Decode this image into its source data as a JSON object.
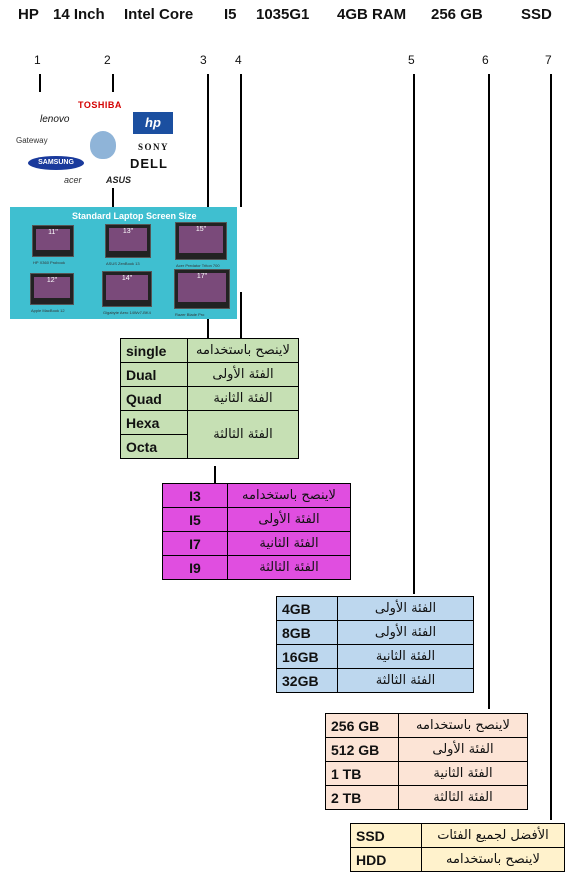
{
  "header": {
    "items": [
      "HP",
      "14 Inch",
      "Intel Core",
      "I5",
      "1035G1",
      "4GB RAM",
      "256 GB",
      "SSD"
    ]
  },
  "indices": [
    "1",
    "2",
    "3",
    "4",
    "5",
    "6",
    "7"
  ],
  "brands": [
    "TOSHIBA",
    "lenovo",
    "hp",
    "Gateway",
    "SONY",
    "SAMSUNG",
    "DELL",
    "acer",
    "ASUS"
  ],
  "screens": {
    "title": "Standard Laptop Screen Size",
    "laptops": [
      {
        "size": "11\"",
        "caption": "HP X360 Probook"
      },
      {
        "size": "13\"",
        "caption": "ASUS ZenBook 13"
      },
      {
        "size": "15\"",
        "caption": "Acer Predator Triton 700"
      },
      {
        "size": "12\"",
        "caption": "Apple MacBook 12"
      },
      {
        "size": "14\"",
        "caption": "Gigabyte Aero 14Wv7-BK4"
      },
      {
        "size": "17\"",
        "caption": "Razer Blade Pro"
      }
    ]
  },
  "cores_table": {
    "bg": "#c6e0b4",
    "rows": [
      {
        "en": "single",
        "ar": "لاينصح باستخدامه"
      },
      {
        "en": "Dual",
        "ar": "الفئة الأولى"
      },
      {
        "en": "Quad",
        "ar": "الفئة الثانية"
      },
      {
        "en": "Hexa",
        "ar": "الفئة الثالثة"
      },
      {
        "en": "Octa",
        "ar": ""
      }
    ]
  },
  "cpu_table": {
    "bg": "#e04ee0",
    "rows": [
      {
        "en": "I3",
        "ar": "لاينصح باستخدامه"
      },
      {
        "en": "I5",
        "ar": "الفئة الأولى"
      },
      {
        "en": "I7",
        "ar": "الفئة الثانية"
      },
      {
        "en": "I9",
        "ar": "الفئة الثالثة"
      }
    ]
  },
  "ram_table": {
    "bg": "#bdd7ee",
    "rows": [
      {
        "en": "4GB",
        "ar": "الفئة الأولى"
      },
      {
        "en": "8GB",
        "ar": "الفئة الأولى"
      },
      {
        "en": "16GB",
        "ar": "الفئة الثانية"
      },
      {
        "en": "32GB",
        "ar": "الفئة الثالثة"
      }
    ]
  },
  "storage_table": {
    "bg": "#fce4d6",
    "rows": [
      {
        "en": "256 GB",
        "ar": "لاينصح باستخدامه"
      },
      {
        "en": "512 GB",
        "ar": "الفئة الأولى"
      },
      {
        "en": "1 TB",
        "ar": "الفئة الثانية"
      },
      {
        "en": "2 TB",
        "ar": "الفئة الثالثة"
      }
    ]
  },
  "drive_table": {
    "bg": "#fff2cc",
    "rows": [
      {
        "en": "SSD",
        "ar": "الأفضل لجميع الفئات"
      },
      {
        "en": "HDD",
        "ar": "لاينصح باستخدامه"
      }
    ]
  }
}
